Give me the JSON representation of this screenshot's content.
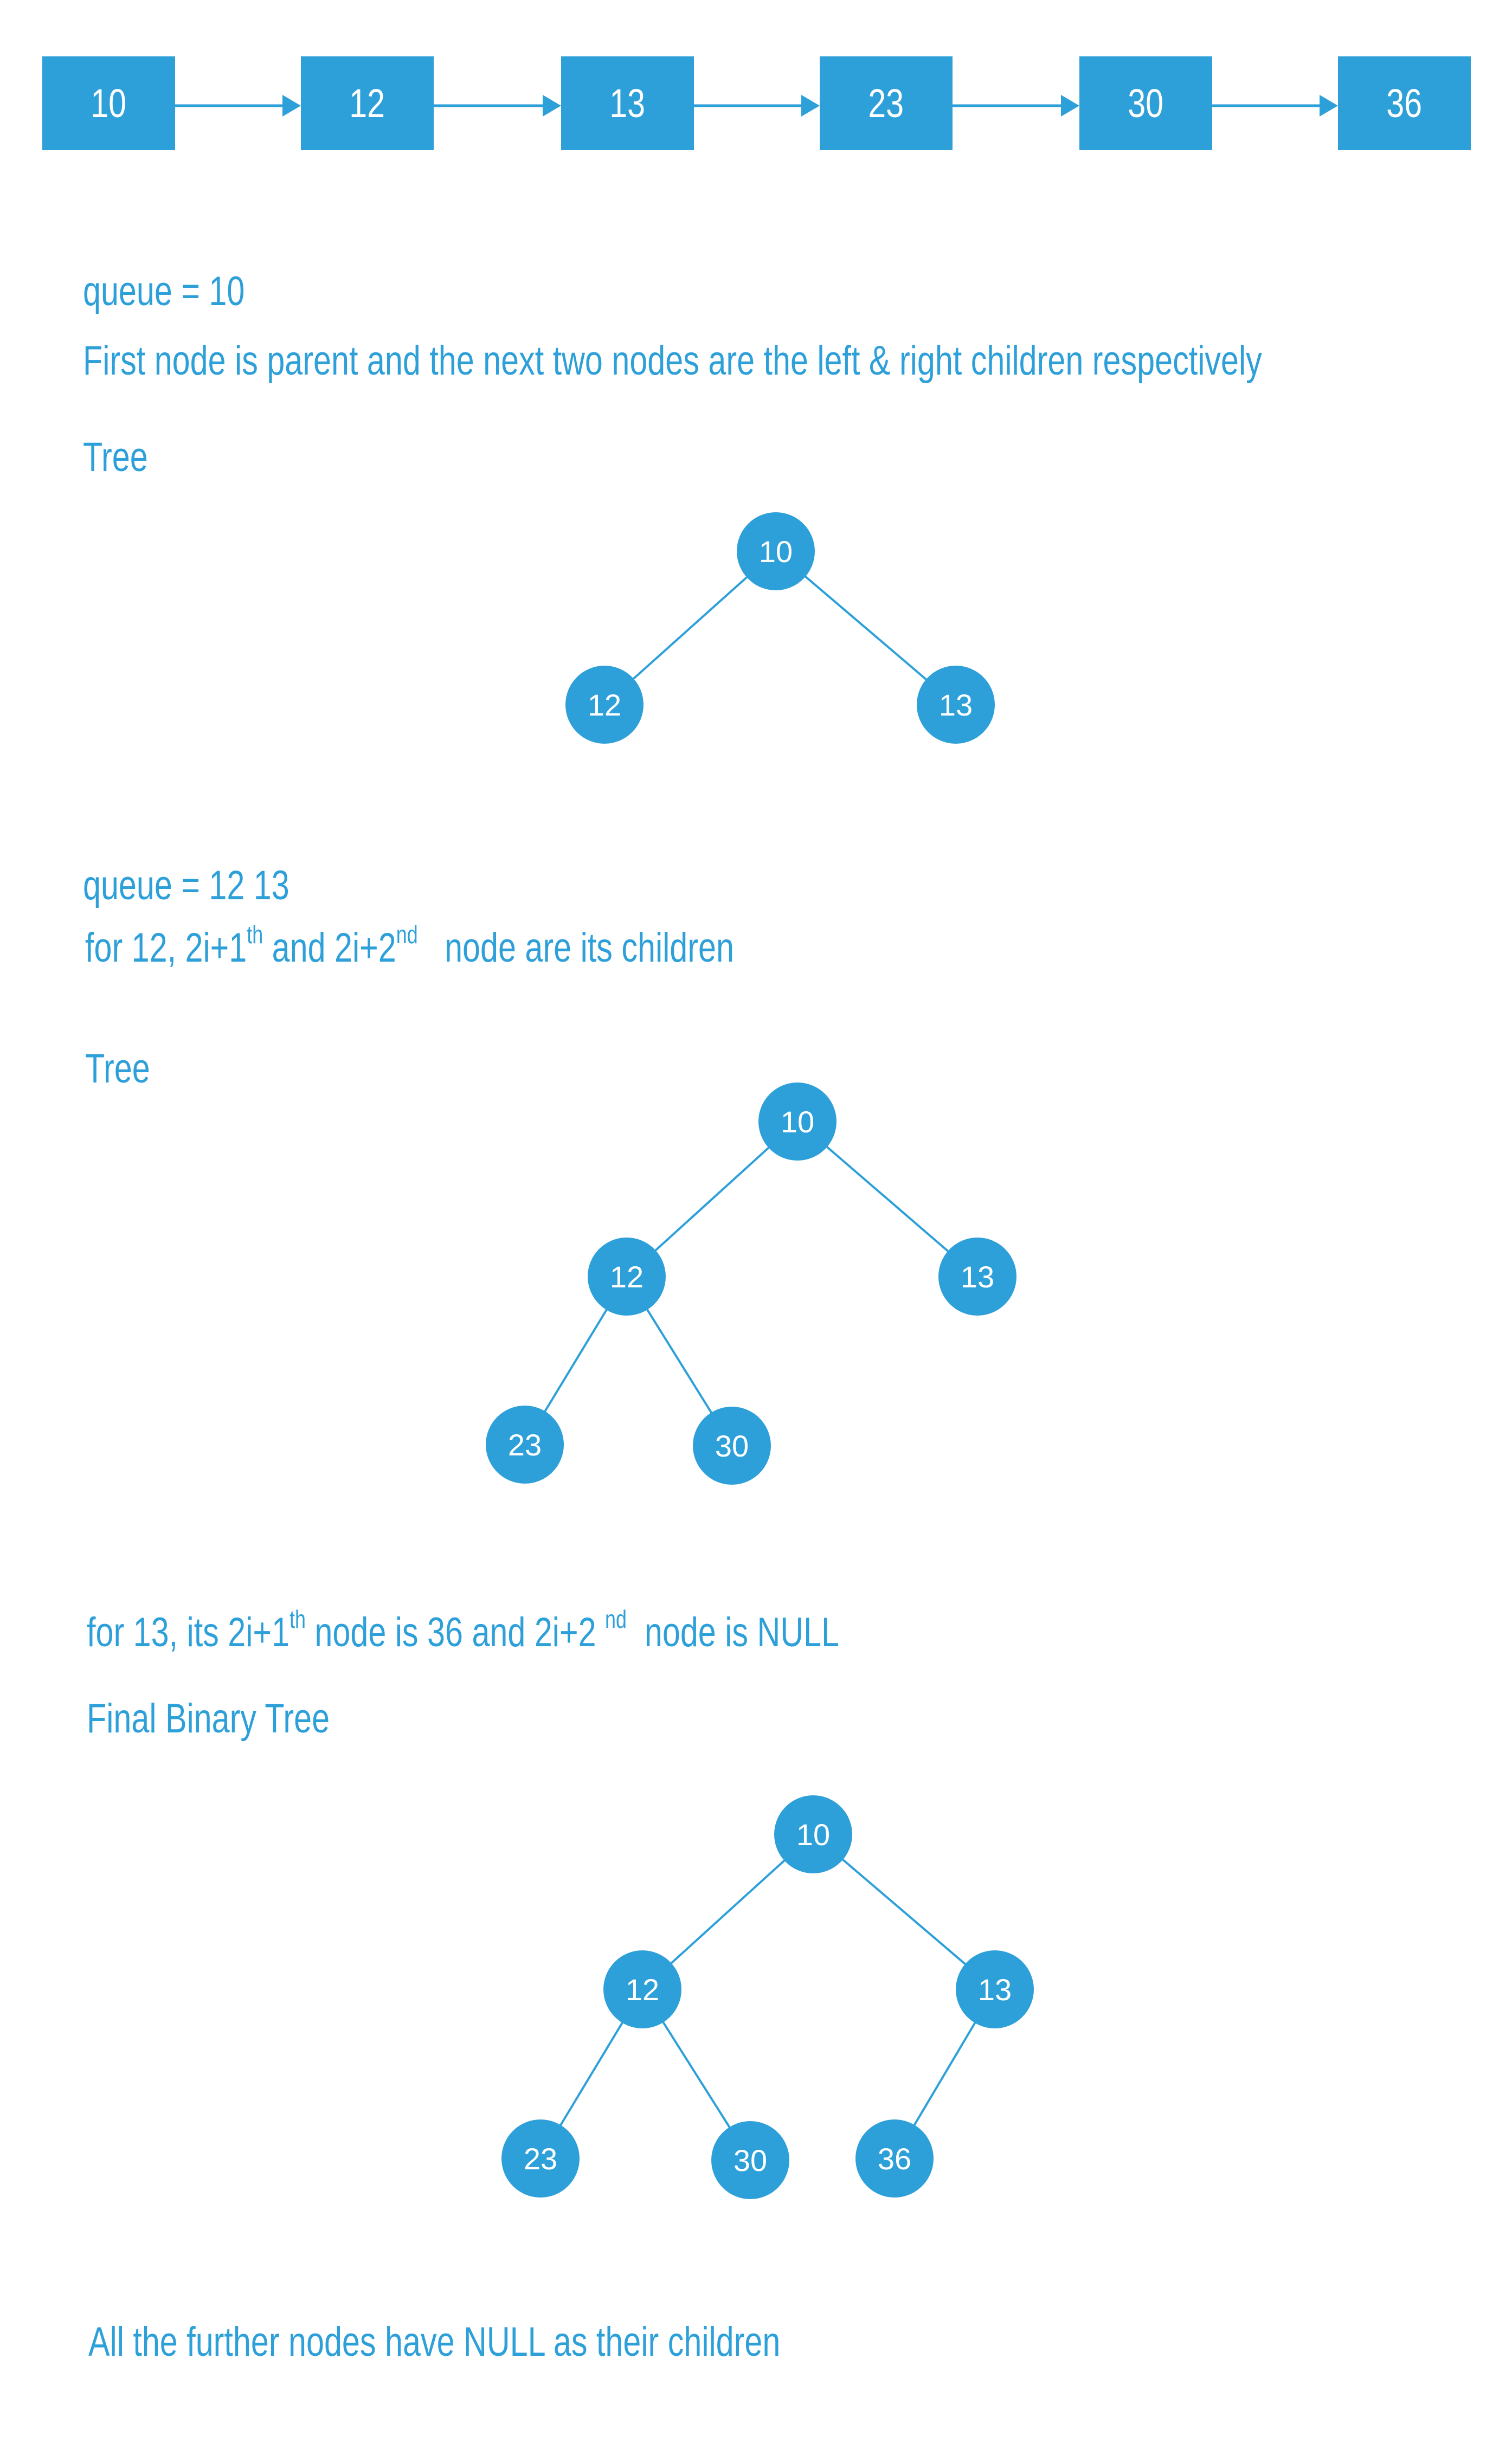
{
  "accent_color": "#2ea0d9",
  "array": [
    "10",
    "12",
    "13",
    "23",
    "30",
    "36"
  ],
  "step1": {
    "queue": "queue = 10",
    "description": "First node is parent and the next two nodes are the left & right children respectively",
    "tree_label": "Tree",
    "tree": {
      "root": "10",
      "left": "12",
      "right": "13"
    }
  },
  "step2": {
    "queue": "queue = 12   13",
    "desc_a": "for 12, 2i+1",
    "sup_a": "th",
    "desc_b": " and 2i+2",
    "sup_b": "nd",
    "desc_c": "   node are its children",
    "tree_label": "Tree",
    "tree": {
      "root": "10",
      "left": "12",
      "right": "13",
      "left_left": "23",
      "left_right": "30"
    }
  },
  "step3": {
    "desc_a": "for 13, its 2i+1",
    "sup_a": "th",
    "desc_b": " node is 36 and 2i+2 ",
    "sup_b": "nd",
    "desc_c": "  node is NULL",
    "tree_label": "Final Binary Tree",
    "tree": {
      "root": "10",
      "left": "12",
      "right": "13",
      "left_left": "23",
      "left_right": "30",
      "right_left": "36"
    }
  },
  "footer": "All the further nodes have NULL as their children"
}
